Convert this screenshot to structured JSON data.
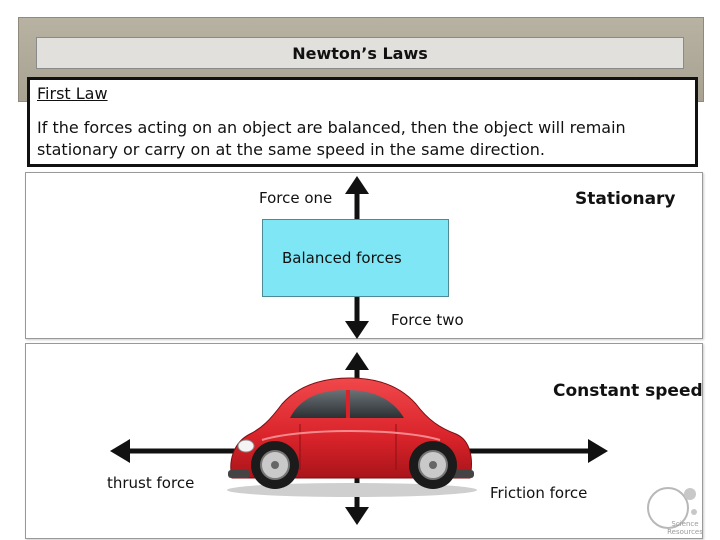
{
  "slide": {
    "title": "Newton’s Laws",
    "law": {
      "heading": "First Law",
      "text": "If the forces acting on an object are balanced, then the object will remain stationary or carry on at the same speed in the same direction."
    }
  },
  "stationary_panel": {
    "force_one_label": "Force one",
    "force_two_label": "Force two",
    "balanced_label": "Balanced forces",
    "state_label": "Stationary"
  },
  "moving_panel": {
    "state_label": "Constant speed",
    "thrust_label": "thrust force",
    "friction_label": "Friction force"
  },
  "colors": {
    "balanced_box": "#7fe6f5",
    "car_body": "#d9232a",
    "arrows": "#111111"
  },
  "icons": {
    "car": "red-beetle-car",
    "logo": "science-resources-logo"
  },
  "logo_text": "Science Resources"
}
